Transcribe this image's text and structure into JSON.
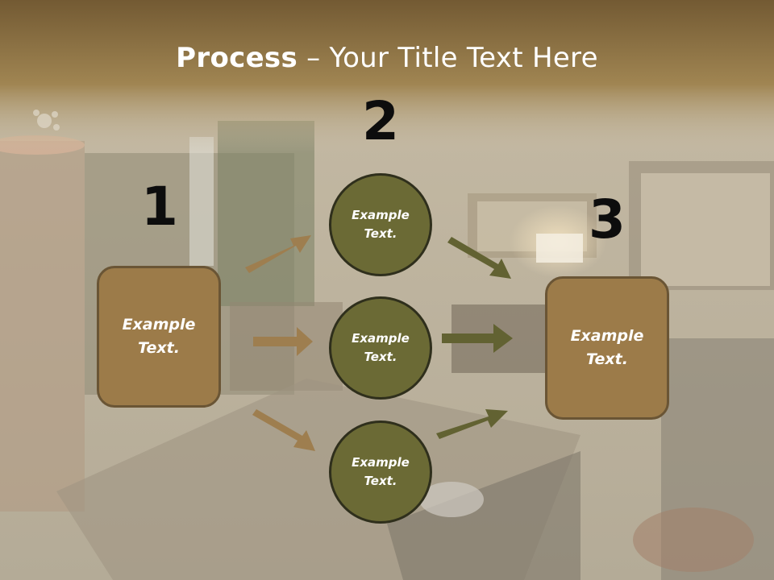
{
  "title": {
    "bold": "Process",
    "rest": " – Your Title Text Here"
  },
  "numbers": {
    "one": "1",
    "two": "2",
    "three": "3"
  },
  "left_box": {
    "text": "Example\nText."
  },
  "right_box": {
    "text": "Example\nText."
  },
  "circles": [
    {
      "text": "Example\nText."
    },
    {
      "text": "Example\nText."
    },
    {
      "text": "Example\nText."
    }
  ],
  "colors": {
    "header": "#7a5f36",
    "box_fill": "#9c7b49",
    "circle_fill": "#6b6a35",
    "arrow_tan": "#9e7e4f",
    "arrow_olive": "#626232"
  }
}
